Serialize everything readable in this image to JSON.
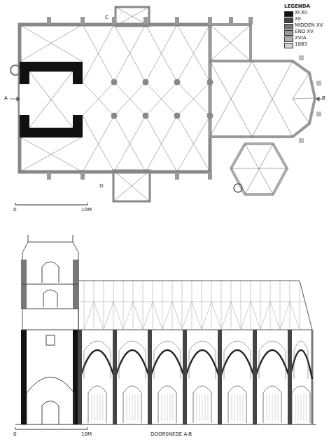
{
  "diagram": {
    "labels": [
      "A",
      "B",
      "C",
      "D",
      "0",
      "10M",
      "0",
      "10M",
      "DOORSNEDE A-B"
    ],
    "legend": [
      {
        "text": "LEGENDA"
      },
      {
        "text": "XI-XII",
        "color": "#111111"
      },
      {
        "text": "XII",
        "color": "#444444"
      },
      {
        "text": "MIDDEN XV",
        "color": "#777777"
      },
      {
        "text": "END XV",
        "color": "#999999"
      },
      {
        "text": "XVIA",
        "color": "#b0b0b0"
      },
      {
        "text": "1883",
        "color": "#d2d2d2"
      }
    ]
  }
}
